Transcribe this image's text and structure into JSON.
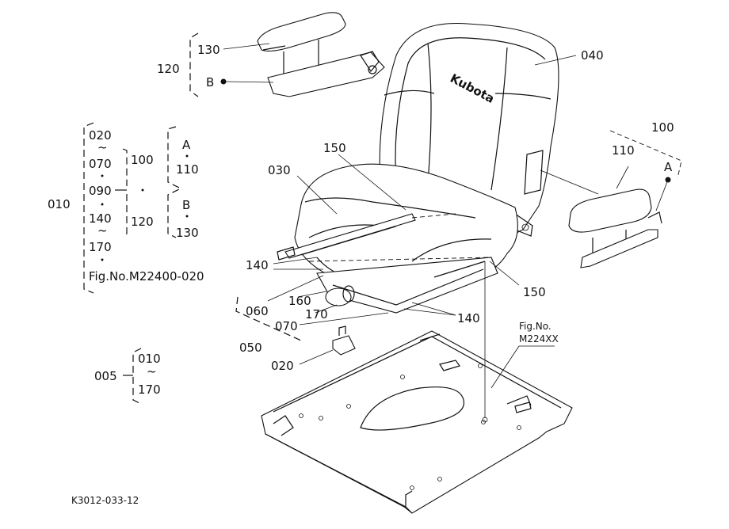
{
  "brand": "Kubota",
  "labels": {
    "p130": "130",
    "p120": "120",
    "pB_left": "B",
    "p040": "040",
    "p020": "020",
    "p070a": "070",
    "p090": "090",
    "p140a": "140",
    "p170a": "170",
    "fig_ref": "Fig.No.M22400-020",
    "p010": "010",
    "p100_mid": "100",
    "p120_mid": "120",
    "pA_mid": "A",
    "p110_mid": "110",
    "pB_mid": "B",
    "p130_mid": "130",
    "p150_top": "150",
    "p030": "030",
    "p100_right": "100",
    "p110_right": "110",
    "pA_right": "A",
    "p140_left": "140",
    "p060": "060",
    "p160": "160",
    "p170": "170",
    "p070": "070",
    "p140_right": "140",
    "p150_right": "150",
    "p050": "050",
    "p020_bottom": "020",
    "fig_no_line1": "Fig.No.",
    "fig_no_line2": "M224XX",
    "p005": "005",
    "p010_bottom": "010",
    "p170_bottom": "170",
    "code": "K3012-033-12"
  }
}
